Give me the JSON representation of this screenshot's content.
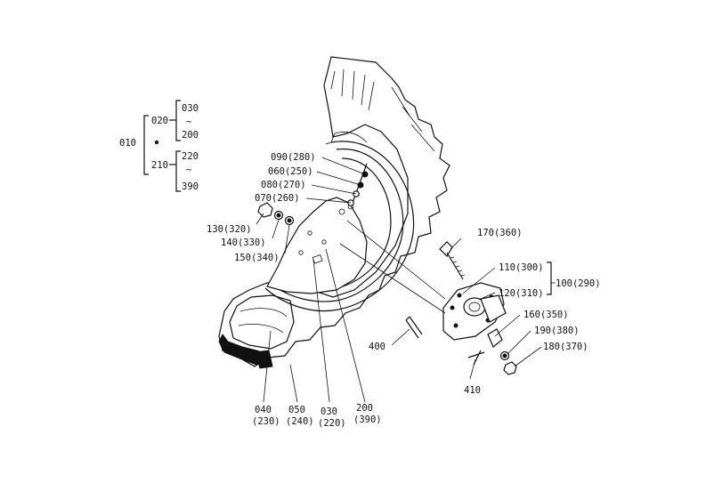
{
  "diagram": {
    "tree": {
      "root": "010",
      "branch_a": "020",
      "branch_b": "210",
      "a_from": "030",
      "a_to": "200",
      "b_from": "220",
      "b_to": "390",
      "range_mark": "~"
    },
    "labels": {
      "p090": "090(280)",
      "p060": "060(250)",
      "p080": "080(270)",
      "p070": "070(260)",
      "p130": "130(320)",
      "p140": "140(330)",
      "p150": "150(340)",
      "p170": "170(360)",
      "p110": "110(300)",
      "p100": "100(290)",
      "p120": "120(310)",
      "p160": "160(350)",
      "p190": "190(380)",
      "p180": "180(370)",
      "p400": "400",
      "p410": "410",
      "p040a": "040",
      "p040b": "(230)",
      "p050a": "050",
      "p050b": "(240)",
      "p030a": "030",
      "p030b": "(220)",
      "p200a": "200",
      "p200b": "(390)"
    }
  }
}
